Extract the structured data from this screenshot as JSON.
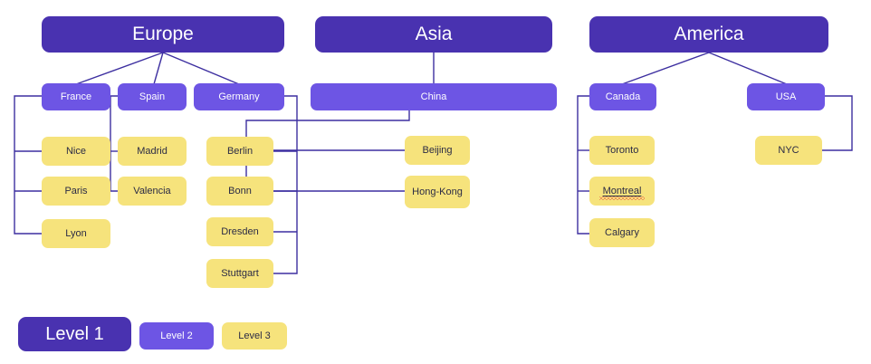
{
  "diagram": {
    "title": "Continents hierarchy tree",
    "colors": {
      "level1": "#4932b0",
      "level2": "#6d55e4",
      "level3": "#f6e37c",
      "connector": "#3d2fa0",
      "level1_text": "#ffffff",
      "level2_text": "#ffffff",
      "level3_text": "#2b2b45",
      "background": "#ffffff",
      "spellcheck_underline": "#e8483c"
    },
    "trees": [
      {
        "root": "Europe",
        "children": [
          {
            "label": "France",
            "children": [
              "Nice",
              "Paris",
              "Lyon"
            ]
          },
          {
            "label": "Spain",
            "children": [
              "Madrid",
              "Valencia"
            ]
          },
          {
            "label": "Germany",
            "children": [
              "Berlin",
              "Bonn",
              "Dresden",
              "Stuttgart"
            ]
          }
        ]
      },
      {
        "root": "Asia",
        "children": [
          {
            "label": "China",
            "children": [
              "Beijing",
              "Hong-Kong"
            ]
          }
        ]
      },
      {
        "root": "America",
        "children": [
          {
            "label": "Canada",
            "children": [
              "Toronto",
              "Montreal",
              "Calgary"
            ]
          },
          {
            "label": "USA",
            "children": [
              "NYC"
            ]
          }
        ]
      }
    ],
    "misspelled": [
      "Montreal"
    ]
  },
  "nodes": {
    "europe": "Europe",
    "asia": "Asia",
    "america": "America",
    "france": "France",
    "spain": "Spain",
    "germany": "Germany",
    "china": "China",
    "canada": "Canada",
    "usa": "USA",
    "nice": "Nice",
    "paris": "Paris",
    "lyon": "Lyon",
    "madrid": "Madrid",
    "valencia": "Valencia",
    "berlin": "Berlin",
    "bonn": "Bonn",
    "dresden": "Dresden",
    "stuttgart": "Stuttgart",
    "beijing": "Beijing",
    "hongkong": "Hong-Kong",
    "toronto": "Toronto",
    "montreal": "Montreal",
    "calgary": "Calgary",
    "nyc": "NYC"
  },
  "legend": {
    "level1": "Level 1",
    "level2": "Level 2",
    "level3": "Level 3"
  }
}
